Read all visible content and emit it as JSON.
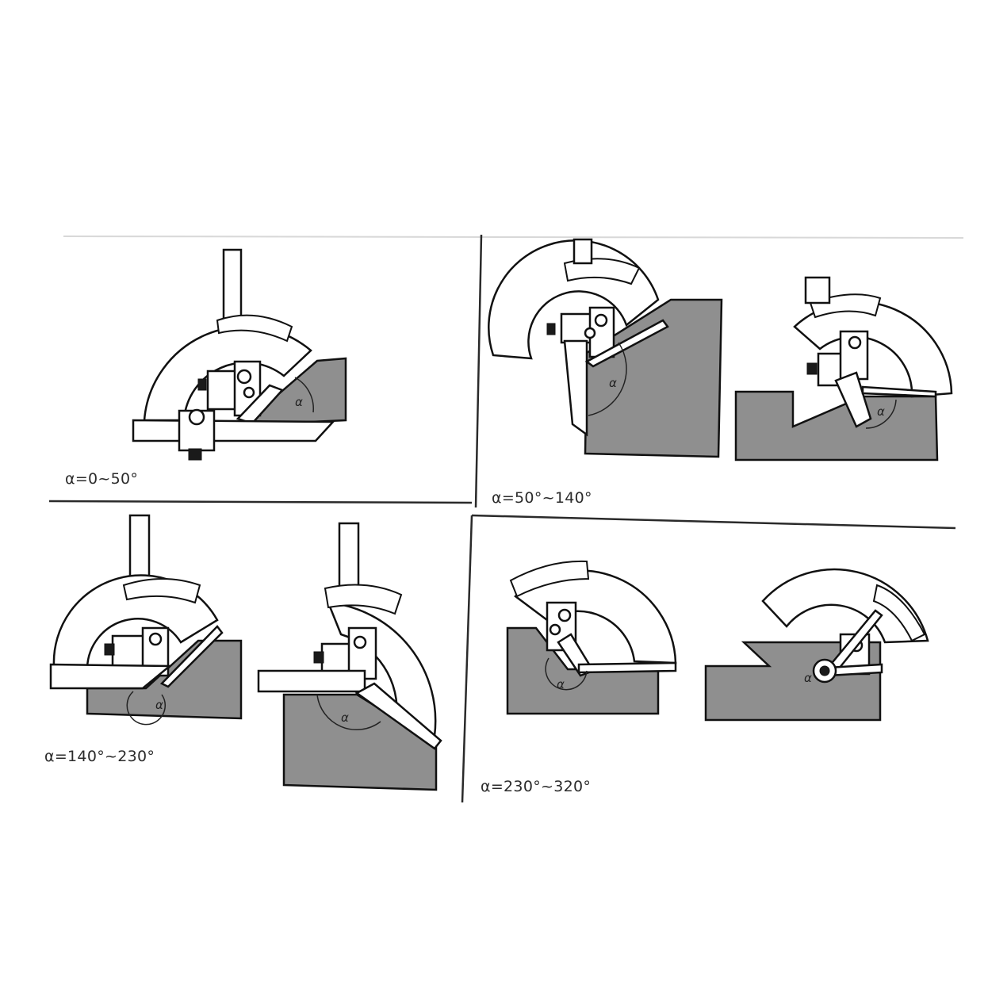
{
  "panels": [
    {
      "id": "tl",
      "range_label": "α=0~50°"
    },
    {
      "id": "tr",
      "range_label": "α=50°~140°"
    },
    {
      "id": "bl",
      "range_label": "α=140°~230°"
    },
    {
      "id": "br",
      "range_label": "α=230°~320°"
    }
  ],
  "angle_symbol": "α"
}
